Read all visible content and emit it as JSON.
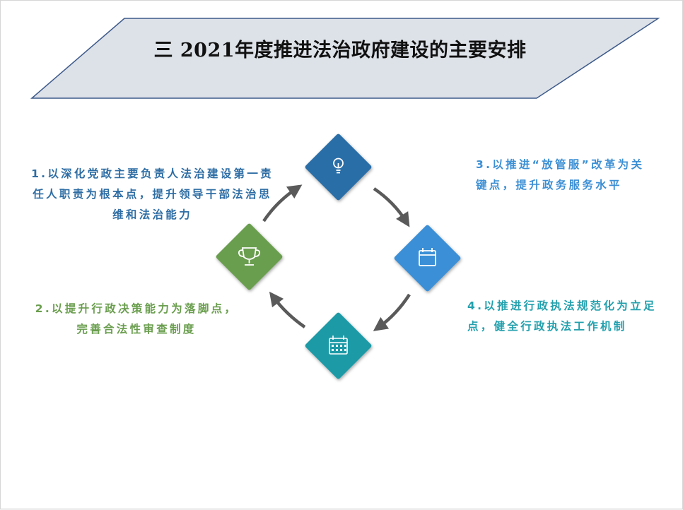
{
  "title": "三  2021年度推进法治政府建设的主要安排",
  "items": [
    {
      "text": "1.以深化党政主要负责人法治建设第一责任人职责为根本点，提升领导干部法治思维和法治能力",
      "color": "#2e6da4",
      "icon": "trophy-icon"
    },
    {
      "text": "2.以提升行政决策能力为落脚点，完善合法性审查制度",
      "color": "#6a9e4e",
      "icon": "trophy-icon"
    },
    {
      "text": "3.以推进“放管服”改革为关键点，提升政务服务水平",
      "color": "#3c8fd4",
      "icon": "calendar-icon"
    },
    {
      "text": "4.以推进行政执法规范化为立足点，健全行政执法工作机制",
      "color": "#23a0ad",
      "icon": "calendar-grid-icon"
    }
  ],
  "diamonds": [
    {
      "position": "top",
      "color": "#2b6ea8",
      "icon": "lightbulb-icon"
    },
    {
      "position": "right",
      "color": "#3b8fd6",
      "icon": "calendar-icon"
    },
    {
      "position": "bottom",
      "color": "#1e9aa6",
      "icon": "calendar-grid-icon"
    },
    {
      "position": "left",
      "color": "#6b9e4f",
      "icon": "trophy-icon"
    }
  ]
}
